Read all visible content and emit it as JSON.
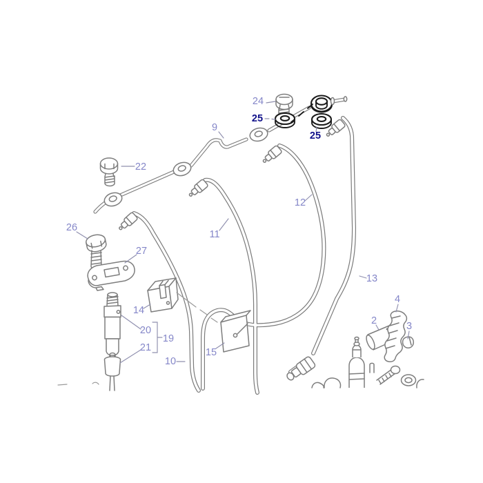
{
  "page": {
    "type": "exploded-parts-diagram",
    "background": "#ffffff"
  },
  "colors": {
    "line": "#7d7d7d",
    "highlight_line": "#1c1c1c",
    "callout": "#8486c8",
    "callout_highlight": "#10108a",
    "leader": "#8f8fae"
  },
  "labels": [
    {
      "text": "24",
      "emphasis": false
    },
    {
      "text": "25",
      "emphasis": true
    },
    {
      "text": "25",
      "emphasis": true
    },
    {
      "text": "9",
      "emphasis": false
    },
    {
      "text": "22",
      "emphasis": false
    },
    {
      "text": "12",
      "emphasis": false
    },
    {
      "text": "11",
      "emphasis": false
    },
    {
      "text": "26",
      "emphasis": false
    },
    {
      "text": "27",
      "emphasis": false
    },
    {
      "text": "14",
      "emphasis": false
    },
    {
      "text": "20",
      "emphasis": false
    },
    {
      "text": "19",
      "emphasis": false
    },
    {
      "text": "21",
      "emphasis": false
    },
    {
      "text": "10",
      "emphasis": false
    },
    {
      "text": "15",
      "emphasis": false
    },
    {
      "text": "13",
      "emphasis": false
    },
    {
      "text": "4",
      "emphasis": false
    },
    {
      "text": "2",
      "emphasis": false
    },
    {
      "text": "3",
      "emphasis": false
    }
  ]
}
